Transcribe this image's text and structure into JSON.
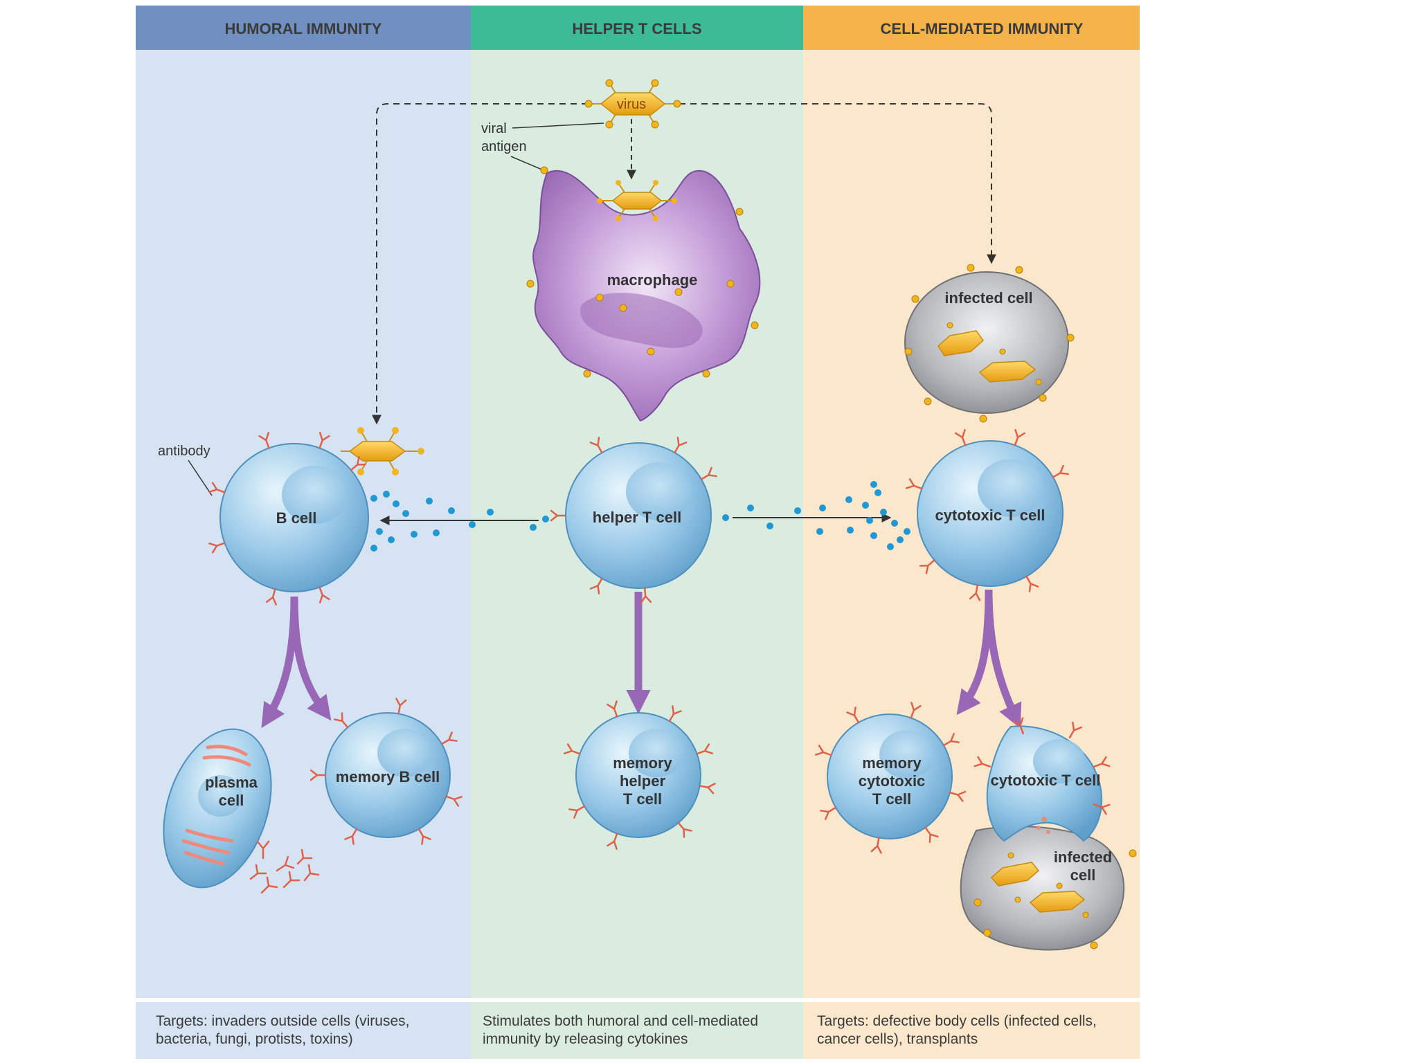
{
  "columns": {
    "humoral": {
      "title": "HUMORAL IMMUNITY",
      "header_color": "#6f90c0",
      "panel_color": "#d6e3f2",
      "footer": [
        "Targets: invaders outside cells (viruses,",
        "bacteria, fungi, protists, toxins)"
      ]
    },
    "helper": {
      "title": "HELPER T CELLS",
      "header_color": "#3dbb96",
      "panel_color": "#d9ecdf",
      "footer": [
        "Stimulates both humoral and cell-mediated",
        "immunity by releasing cytokines"
      ]
    },
    "cellmed": {
      "title": "CELL-MEDIATED IMMUNITY",
      "header_color": "#f6b24a",
      "panel_color": "#fbe8cc",
      "footer": [
        "Targets: defective body cells (infected cells,",
        "cancer cells), transplants"
      ]
    }
  },
  "labels": {
    "virus": "virus",
    "viral_antigen": [
      "viral",
      "antigen"
    ],
    "macrophage": "macrophage",
    "infected_cell_top": "infected cell",
    "antibody": "antibody",
    "b_cell": "B cell",
    "helper_t_cell": "helper T cell",
    "cytotoxic_t_cell": "cytotoxic T cell",
    "plasma_cell": [
      "plasma",
      "cell"
    ],
    "memory_b_cell": "memory B cell",
    "memory_helper_t_cell": [
      "memory",
      "helper",
      "T cell"
    ],
    "memory_cytotoxic_t_cell": [
      "memory",
      "cytotoxic",
      "T cell"
    ],
    "cytotoxic_t_cell_bottom": "cytotoxic T cell",
    "infected_cell_bottom": [
      "infected",
      "cell"
    ]
  },
  "colors": {
    "cell_fill": "#8fc6e6",
    "receptor": "#e0604a",
    "macrophage": "#a777c0",
    "virus": "#f4b41c",
    "cytokine": "#1f98d3",
    "arrow_purple": "#9867b5",
    "infected": "#a9abb0"
  }
}
